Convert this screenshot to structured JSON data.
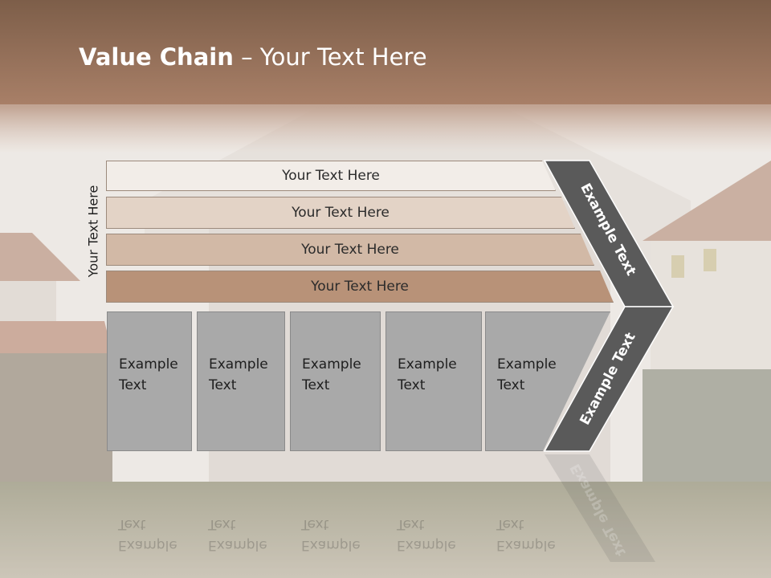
{
  "title": {
    "bold": "Value Chain",
    "rest": " – Your Text Here"
  },
  "side_label": "Your Text Here",
  "bands": [
    {
      "label": "Your Text Here",
      "color": "#f2ede8"
    },
    {
      "label": "Your Text Here",
      "color": "#e3d3c6"
    },
    {
      "label": "Your Text Here",
      "color": "#d2b9a6"
    },
    {
      "label": "Your Text Here",
      "color": "#b89278"
    }
  ],
  "boxes": [
    {
      "line1": "Example",
      "line2": "Text"
    },
    {
      "line1": "Example",
      "line2": "Text"
    },
    {
      "line1": "Example",
      "line2": "Text"
    },
    {
      "line1": "Example",
      "line2": "Text"
    },
    {
      "line1": "Example",
      "line2": "Text"
    }
  ],
  "chevron_upper_label": "Example Text",
  "chevron_lower_label": "Example Text",
  "colors": {
    "header": "#8c6a52",
    "chevron": "#5a5a5a",
    "box": "#a9a9a9"
  }
}
